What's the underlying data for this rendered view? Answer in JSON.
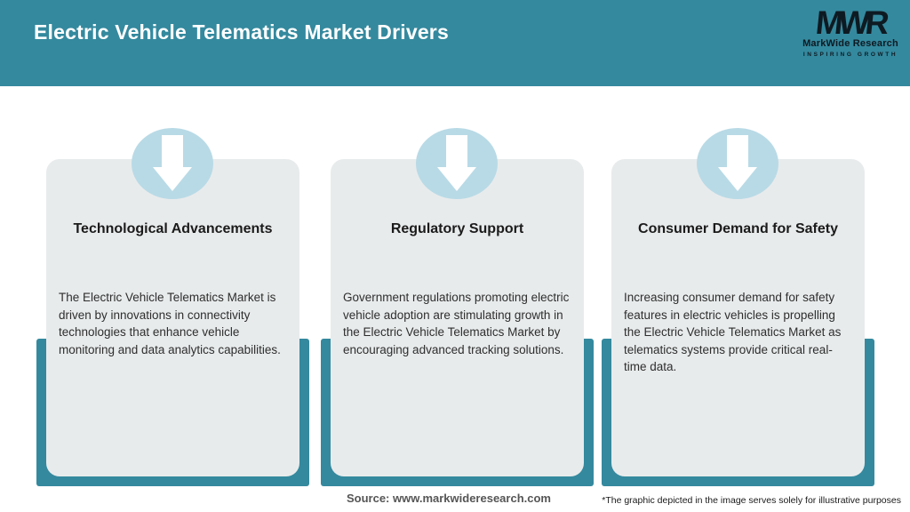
{
  "header": {
    "title": "Electric Vehicle Telematics Market Drivers",
    "background_color": "#34899e",
    "logo": {
      "monogram": "MWR",
      "name": "MarkWide Research",
      "tagline": "INSPIRING GROWTH"
    }
  },
  "cards": [
    {
      "icon": "down-arrow-icon",
      "title": "Technological Advancements",
      "description": "The Electric Vehicle Telematics Market is driven by innovations in connectivity technologies that enhance vehicle monitoring and data analytics capabilities."
    },
    {
      "icon": "down-arrow-icon",
      "title": "Regulatory Support",
      "description": "Government regulations promoting electric vehicle adoption are stimulating growth in the Electric Vehicle Telematics Market by encouraging advanced tracking solutions."
    },
    {
      "icon": "down-arrow-icon",
      "title": "Consumer Demand for Safety",
      "description": "Increasing consumer demand for safety features in electric vehicles is propelling the Electric Vehicle Telematics Market as telematics systems provide critical real-time data."
    }
  ],
  "footer": {
    "source": "Source: www.markwideresearch.com",
    "disclaimer": "*The graphic depicted in the image serves solely for illustrative purposes"
  },
  "colors": {
    "teal": "#34899e",
    "card_background": "#e8ebec",
    "circle_blue": "#b8dae6",
    "arrow": "#ffffff"
  }
}
